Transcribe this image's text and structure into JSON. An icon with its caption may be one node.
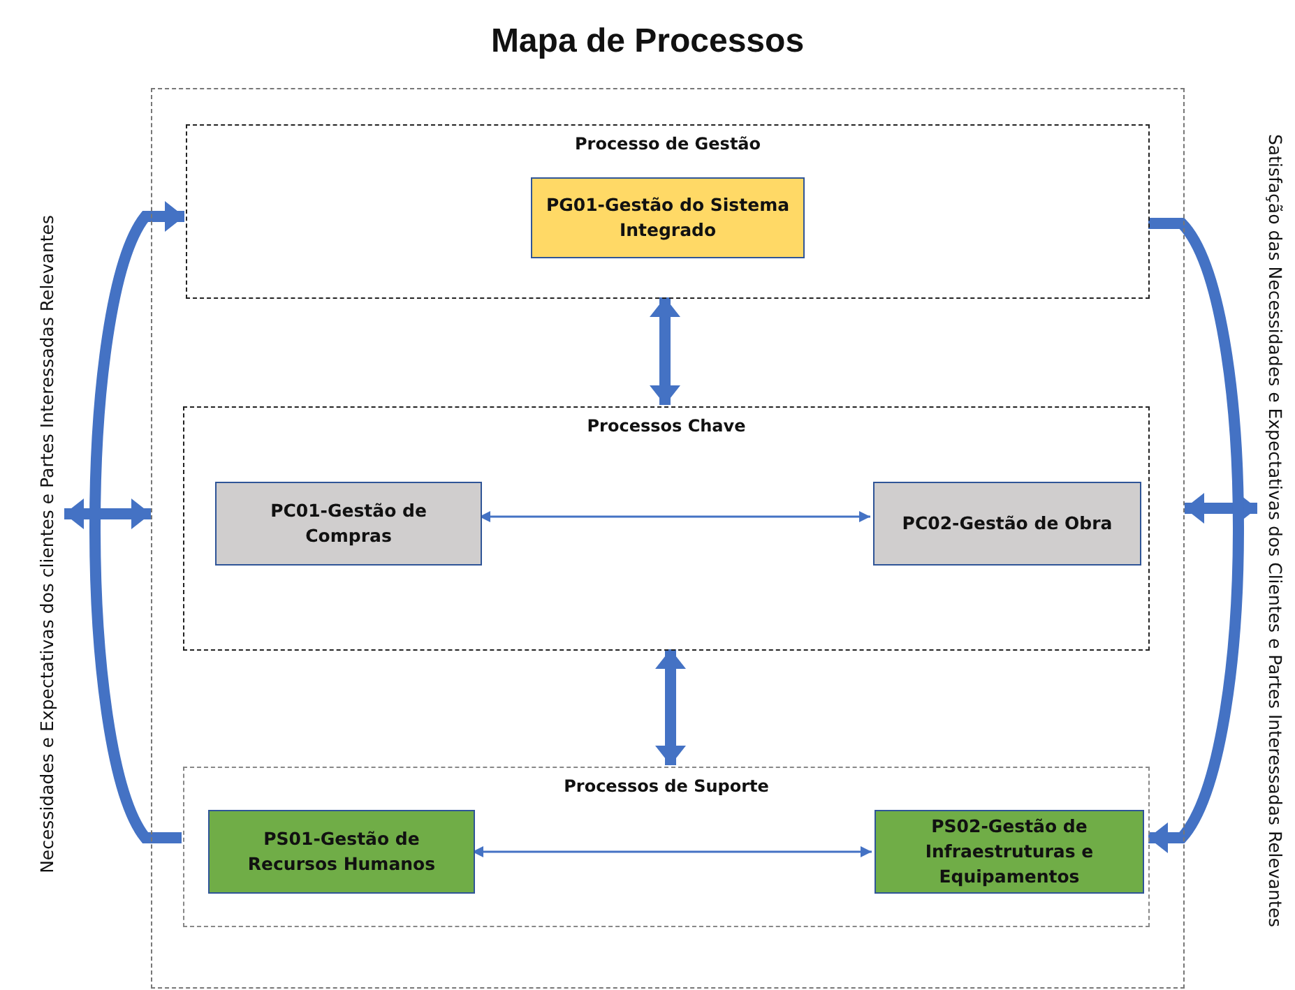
{
  "diagram": {
    "title": "Mapa de Processos",
    "nodes": [
      {
        "text": [],
        "shape": "box"
      },
      {
        "text": [
          "Processo de Gestão"
        ],
        "in": 0
      },
      {
        "text": [
          "PG01-Gestão do Sistema Integrado"
        ],
        "in": 1
      },
      {
        "text": [
          "Processos Chave"
        ],
        "in": 0
      },
      {
        "text": [
          "PC01-Gestão de Compras"
        ],
        "in": 3
      },
      {
        "text": [
          "PC02-Gestão de Obra"
        ],
        "in": 3
      },
      {
        "text": [
          "Processos de Suporte"
        ],
        "in": 0
      },
      {
        "text": [
          "PS01-Gestão de Recursos Humanos"
        ],
        "in": 6
      },
      {
        "text": [
          "PS02-Gestão de Infraestruturas e Equipamentos"
        ],
        "in": 6
      },
      {
        "text": [
          "Necessidades e Expectativas dos clientes e Partes Interessadas Relevantes"
        ]
      },
      {
        "text": [
          "Satisfação das Necessidades e Expectativas dos Clientes e Partes Interessadas Relevantes"
        ]
      }
    ],
    "edges": [
      {
        "from": 1,
        "to": 3,
        "arrow": "both"
      },
      {
        "from": 3,
        "to": 6,
        "arrow": "both"
      },
      {
        "from": 4,
        "to": 5,
        "arrow": "both"
      },
      {
        "from": 7,
        "to": 8,
        "arrow": "both"
      },
      {
        "from": 9,
        "to": 0,
        "arrow": "both"
      },
      {
        "from": 0,
        "to": 10,
        "arrow": "both"
      },
      {
        "from": 6,
        "to": 1,
        "arrow": "to"
      },
      {
        "from": 1,
        "to": 6,
        "arrow": "to"
      }
    ]
  }
}
